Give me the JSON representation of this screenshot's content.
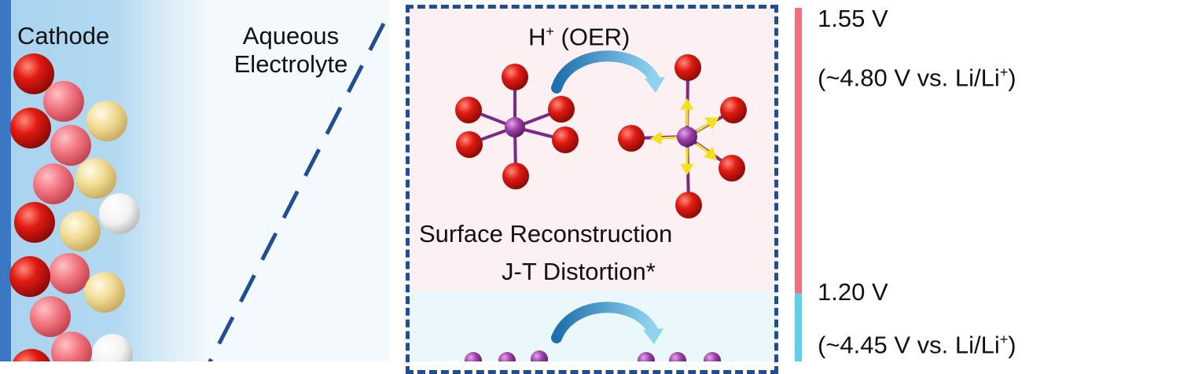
{
  "regions": {
    "cathode_label": "Cathode",
    "electrolyte_label_line1": "Aqueous",
    "electrolyte_label_line2": "Electrolyte"
  },
  "reaction": {
    "label_prefix": "H",
    "label_sup": "+",
    "label_suffix": " (OER)"
  },
  "process": {
    "line1": "Surface Reconstruction",
    "line2": "J-T Distortion*"
  },
  "voltages": {
    "high": {
      "value": "1.55 V",
      "vs_prefix": "(~4.80 V vs. Li/Li",
      "vs_sup": "+",
      "vs_suffix": ")"
    },
    "low": {
      "value": "1.20 V",
      "vs_prefix": "(~4.45 V vs. Li/Li",
      "vs_sup": "+",
      "vs_suffix": ")"
    }
  },
  "colors": {
    "oxygen": "#e01a12",
    "transition_metal": "#9b3fa6",
    "cathode_red": "#d9201a",
    "cathode_pink": "#f27783",
    "cathode_yellow": "#f2dc95",
    "cathode_white": "#f4f4f4",
    "dashed_border": "#1f4f91",
    "bar_high": "#f46f7a",
    "bar_low": "#5fd0ea"
  }
}
